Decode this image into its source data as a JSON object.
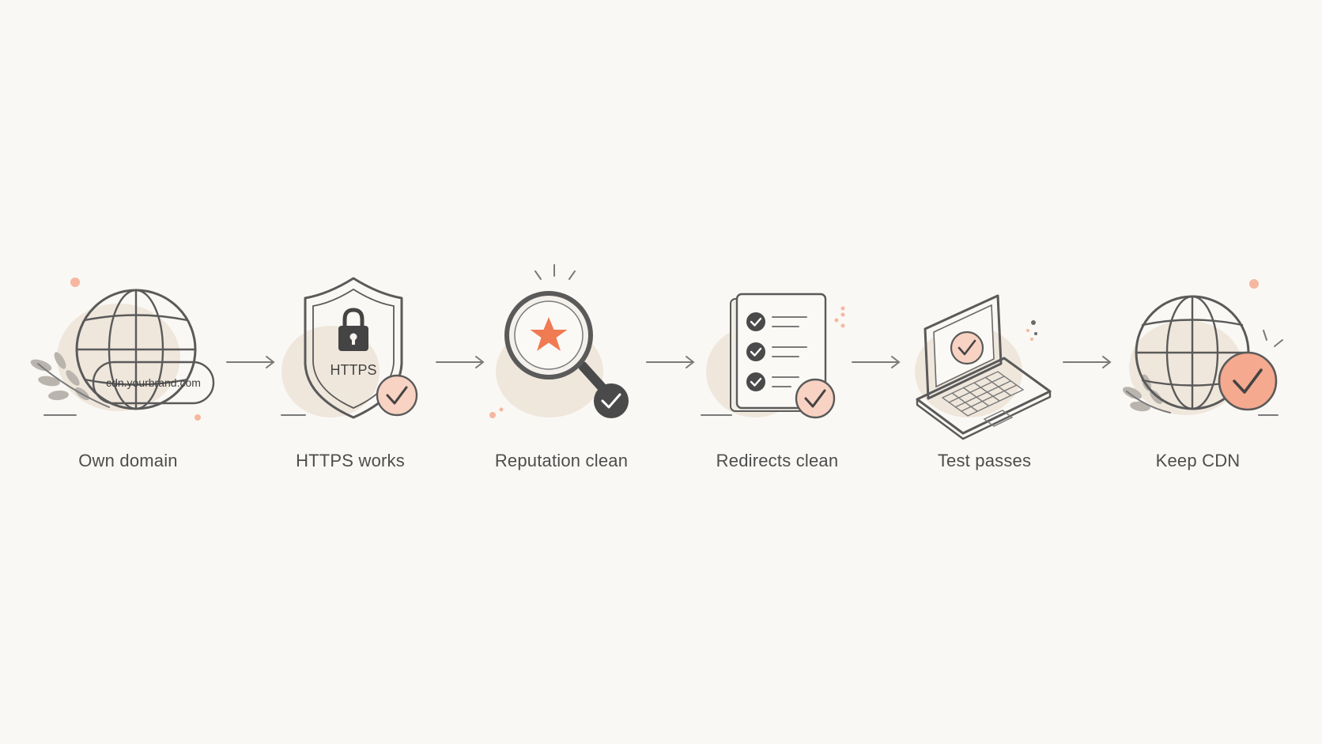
{
  "steps": [
    {
      "label": "Own domain",
      "icon": "globe-icon",
      "badge": "cdn.yourbrand.com"
    },
    {
      "label": "HTTPS works",
      "icon": "shield-lock-icon",
      "badge": "HTTPS"
    },
    {
      "label": "Reputation clean",
      "icon": "magnifier-star-icon"
    },
    {
      "label": "Redirects clean",
      "icon": "checklist-document-icon"
    },
    {
      "label": "Test passes",
      "icon": "laptop-check-icon"
    },
    {
      "label": "Keep CDN",
      "icon": "globe-check-icon"
    }
  ],
  "colors": {
    "background": "#faf8f4",
    "line": "#5a5a5a",
    "accent": "#f07a52",
    "badge_fill": "#f8d2c2",
    "blob": "#efe7dc"
  }
}
